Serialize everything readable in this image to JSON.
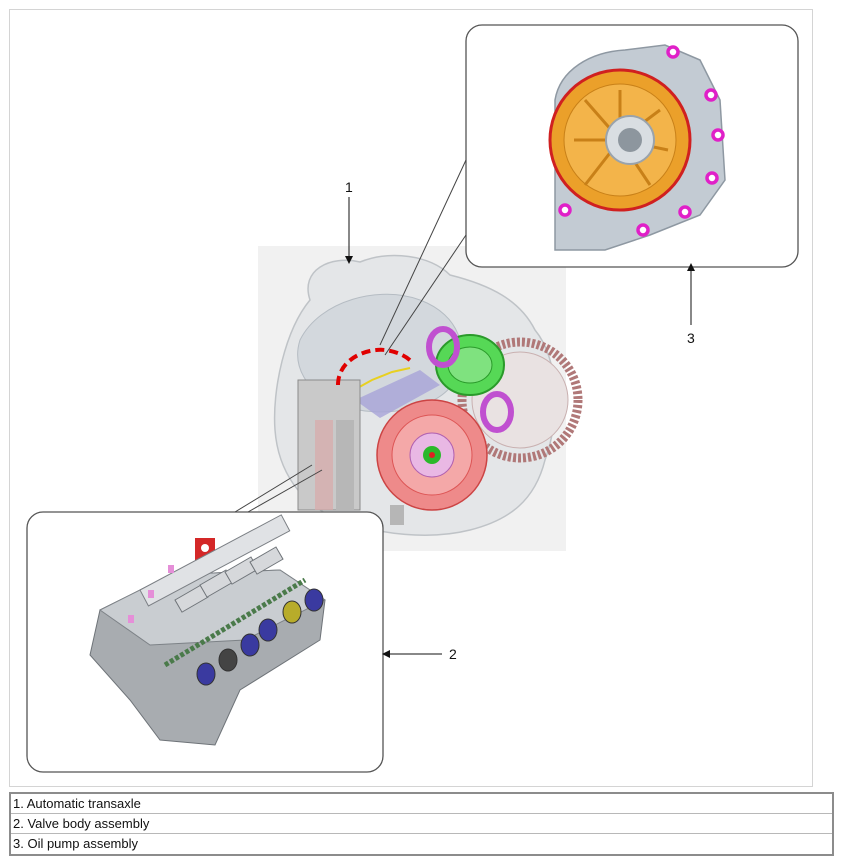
{
  "callouts": [
    {
      "number": "1"
    },
    {
      "number": "2"
    },
    {
      "number": "3"
    }
  ],
  "legend": [
    {
      "text": "1. Automatic transaxle"
    },
    {
      "text": "2. Valve body assembly"
    },
    {
      "text": "3. Oil pump assembly"
    }
  ],
  "colors": {
    "frame": "#d4d4d4",
    "inset_border": "#555555",
    "pump_highlight": "#e89a1c",
    "bolt_marker": "#e020c8",
    "valve_solenoid": "#3a3aa0",
    "gear_green": "#3fd23f",
    "drum_red": "#e86a6a",
    "dashed_marker": "#e00000"
  }
}
